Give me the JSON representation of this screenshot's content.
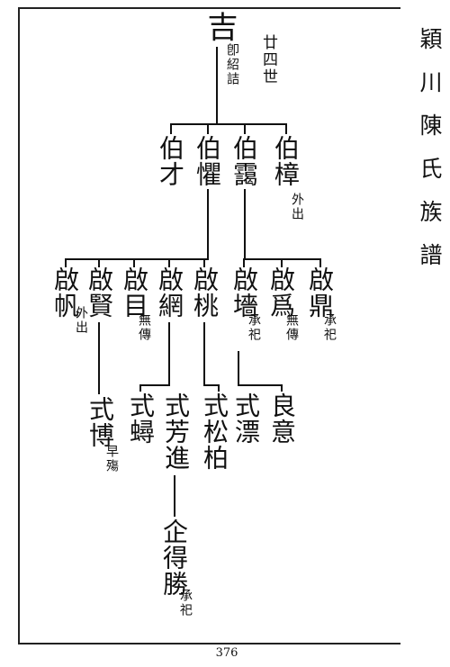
{
  "side_title": [
    "穎",
    "川",
    "陳",
    "氏",
    "族",
    "譜"
  ],
  "page_number": "376",
  "root": {
    "name": "吉",
    "note": "卽紹詰",
    "generation": "廿四世"
  },
  "gen2": [
    {
      "name": "伯才",
      "note": ""
    },
    {
      "name": "伯懼",
      "note": ""
    },
    {
      "name": "伯靄",
      "note": ""
    },
    {
      "name": "伯樟",
      "note": "外出"
    }
  ],
  "gen3": [
    {
      "name": "啟帆",
      "note": "外出"
    },
    {
      "name": "啟賢",
      "note": ""
    },
    {
      "name": "啟目",
      "note": "無傳"
    },
    {
      "name": "啟網",
      "note": ""
    },
    {
      "name": "啟桃",
      "note": ""
    },
    {
      "name": "啟墻",
      "note": "承祀"
    },
    {
      "name": "啟爲",
      "note": "無傳"
    },
    {
      "name": "啟鼎",
      "note": "承祀"
    }
  ],
  "gen4": [
    {
      "name": "式博",
      "note": "早殤"
    },
    {
      "name": "式蟳",
      "note": ""
    },
    {
      "name": "式芳進",
      "note": ""
    },
    {
      "name": "式松柏",
      "note": ""
    },
    {
      "name": "式漂",
      "note": ""
    },
    {
      "name": "良意",
      "note": ""
    }
  ],
  "gen5": [
    {
      "name": "企得勝",
      "note": "承祀"
    }
  ]
}
